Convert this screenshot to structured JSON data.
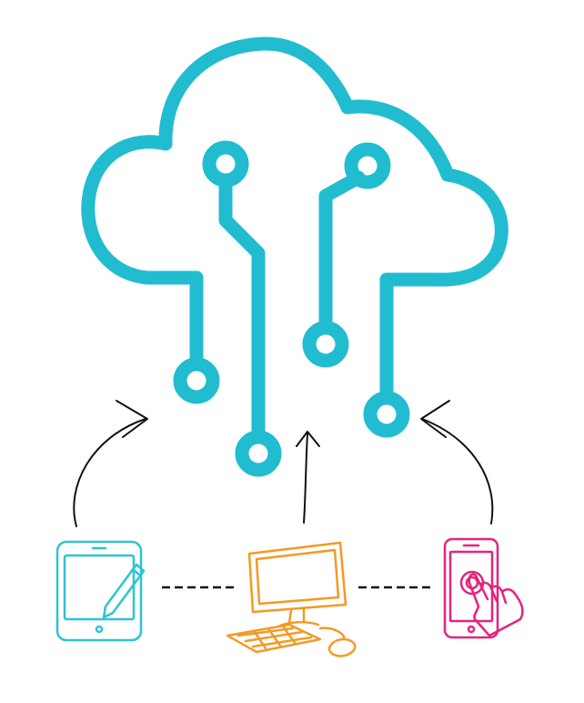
{
  "colors": {
    "cloud": "#22BCD1",
    "tablet": "#2CC3D6",
    "computer": "#F39A24",
    "phone": "#E6237E",
    "arrow": "#111111",
    "connector": "#111111",
    "background": "#FFFFFF"
  },
  "diagram": {
    "center": {
      "icon": "cloud-circuit-icon"
    },
    "devices": [
      {
        "icon": "tablet-stylus-icon"
      },
      {
        "icon": "desktop-computer-icon"
      },
      {
        "icon": "smartphone-touch-icon"
      }
    ],
    "connections": [
      {
        "from": "tablet",
        "to": "cloud",
        "style": "curved-arrow"
      },
      {
        "from": "computer",
        "to": "cloud",
        "style": "straight-arrow"
      },
      {
        "from": "phone",
        "to": "cloud",
        "style": "curved-arrow"
      },
      {
        "from": "tablet",
        "to": "computer",
        "style": "dashed-line"
      },
      {
        "from": "computer",
        "to": "phone",
        "style": "dashed-line"
      }
    ]
  }
}
